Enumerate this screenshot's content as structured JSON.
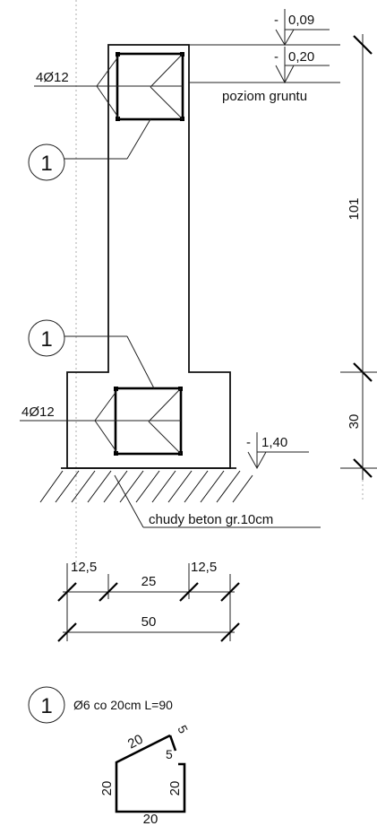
{
  "levels": {
    "top_sign": "-",
    "top_value": "0,09",
    "second_sign": "-",
    "second_value": "0,20",
    "ground_label": "poziom gruntu",
    "bottom_sign": "-",
    "bottom_value": "1,40"
  },
  "rebar": {
    "upper_label": "4Ø12",
    "lower_label": "4Ø12",
    "marker_upper": "1",
    "marker_lower": "1"
  },
  "vertical_dims": {
    "upper": "101",
    "lower": "30"
  },
  "base": {
    "label": "chudy beton gr.10cm"
  },
  "horizontal_dims": {
    "left": "12,5",
    "middle": "25",
    "right": "12,5",
    "total": "50"
  },
  "stirrup": {
    "marker": "1",
    "spec": "Ø6 co 20cm L=90",
    "dim_slope": "20",
    "dim_hook": "5",
    "dim_hook_vertical": "5",
    "dim_left": "20",
    "dim_right": "20",
    "dim_bottom": "20"
  }
}
